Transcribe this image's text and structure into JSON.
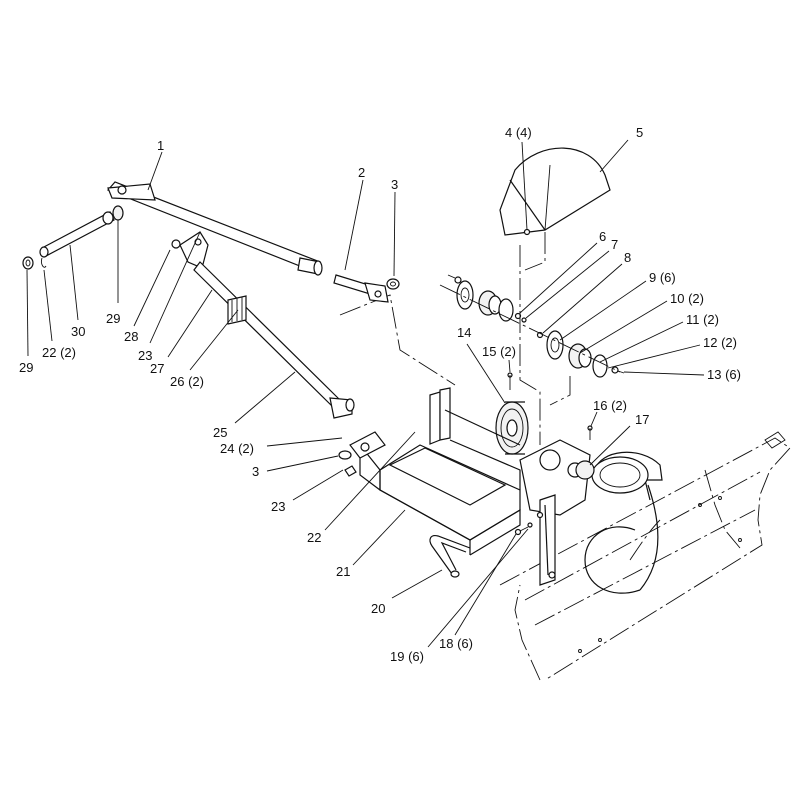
{
  "diagram": {
    "callouts": [
      {
        "id": "c1",
        "label": "1"
      },
      {
        "id": "c2",
        "label": "2"
      },
      {
        "id": "c3a",
        "label": "3"
      },
      {
        "id": "c3b",
        "label": "3"
      },
      {
        "id": "c4",
        "label": "4 (4)"
      },
      {
        "id": "c5",
        "label": "5"
      },
      {
        "id": "c6",
        "label": "6"
      },
      {
        "id": "c7",
        "label": "7"
      },
      {
        "id": "c8",
        "label": "8"
      },
      {
        "id": "c9",
        "label": "9 (6)"
      },
      {
        "id": "c10",
        "label": "10 (2)"
      },
      {
        "id": "c11",
        "label": "11 (2)"
      },
      {
        "id": "c12",
        "label": "12 (2)"
      },
      {
        "id": "c13",
        "label": "13 (6)"
      },
      {
        "id": "c14",
        "label": "14"
      },
      {
        "id": "c15",
        "label": "15 (2)"
      },
      {
        "id": "c16",
        "label": "16 (2)"
      },
      {
        "id": "c17",
        "label": "17"
      },
      {
        "id": "c18",
        "label": "18 (6)"
      },
      {
        "id": "c19",
        "label": "19 (6)"
      },
      {
        "id": "c20",
        "label": "20"
      },
      {
        "id": "c21",
        "label": "21"
      },
      {
        "id": "c22a",
        "label": "22"
      },
      {
        "id": "c22b",
        "label": "22 (2)"
      },
      {
        "id": "c23a",
        "label": "23"
      },
      {
        "id": "c23b",
        "label": "23"
      },
      {
        "id": "c24",
        "label": "24 (2)"
      },
      {
        "id": "c25",
        "label": "25"
      },
      {
        "id": "c26",
        "label": "26 (2)"
      },
      {
        "id": "c27",
        "label": "27"
      },
      {
        "id": "c28",
        "label": "28"
      },
      {
        "id": "c29a",
        "label": "29"
      },
      {
        "id": "c29b",
        "label": "29"
      },
      {
        "id": "c30",
        "label": "30"
      }
    ]
  }
}
